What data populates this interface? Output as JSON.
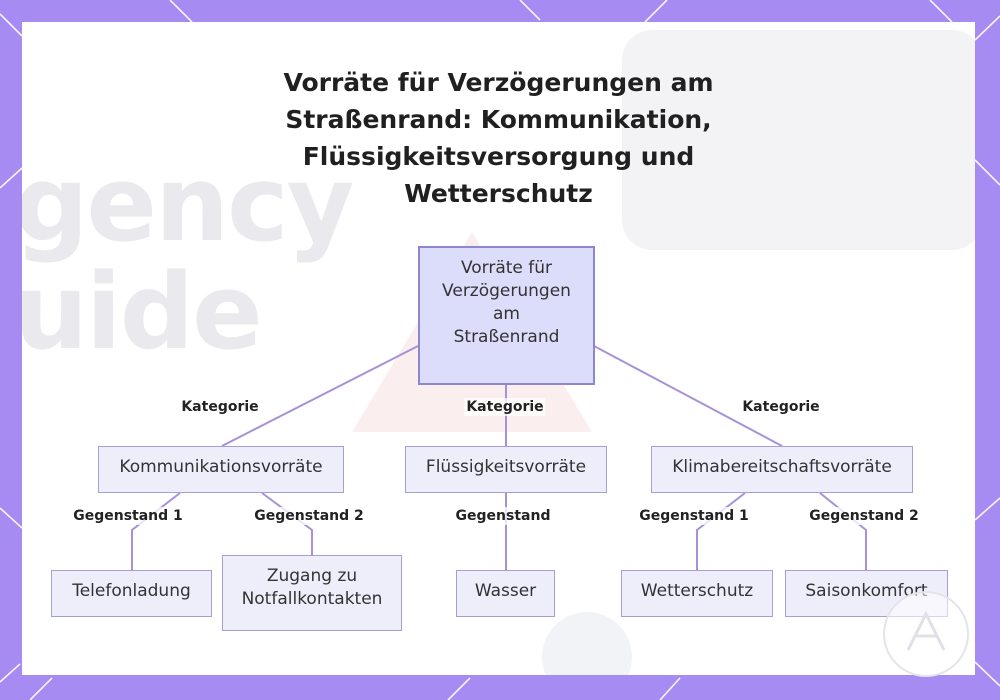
{
  "title": "Vorräte für Verzögerungen am Straßenrand: Kommunikation, Flüssigkeitsversorgung und Wetterschutz",
  "root": "Vorräte für Verzögerungen am Straßenrand",
  "categories": [
    {
      "edge_label": "Kategorie",
      "label": "Kommunikationsvorräte",
      "items": [
        {
          "edge_label": "Gegenstand 1",
          "label": "Telefonladung"
        },
        {
          "edge_label": "Gegenstand 2",
          "label": "Zugang zu Notfallkontakten"
        }
      ]
    },
    {
      "edge_label": "Kategorie",
      "label": "Flüssigkeitsvorräte",
      "items": [
        {
          "edge_label": "Gegenstand",
          "label": "Wasser"
        }
      ]
    },
    {
      "edge_label": "Kategorie",
      "label": "Klimabereitschaftsvorräte",
      "items": [
        {
          "edge_label": "Gegenstand 1",
          "label": "Wetterschutz"
        },
        {
          "edge_label": "Gegenstand 2",
          "label": "Saisonkomfort"
        }
      ]
    }
  ],
  "colors": {
    "frame": "#a58bf2",
    "node_fill": "#eeeefb",
    "root_fill": "#dcdcfb",
    "node_border": "#a69ed4",
    "connector": "#a792d8"
  }
}
